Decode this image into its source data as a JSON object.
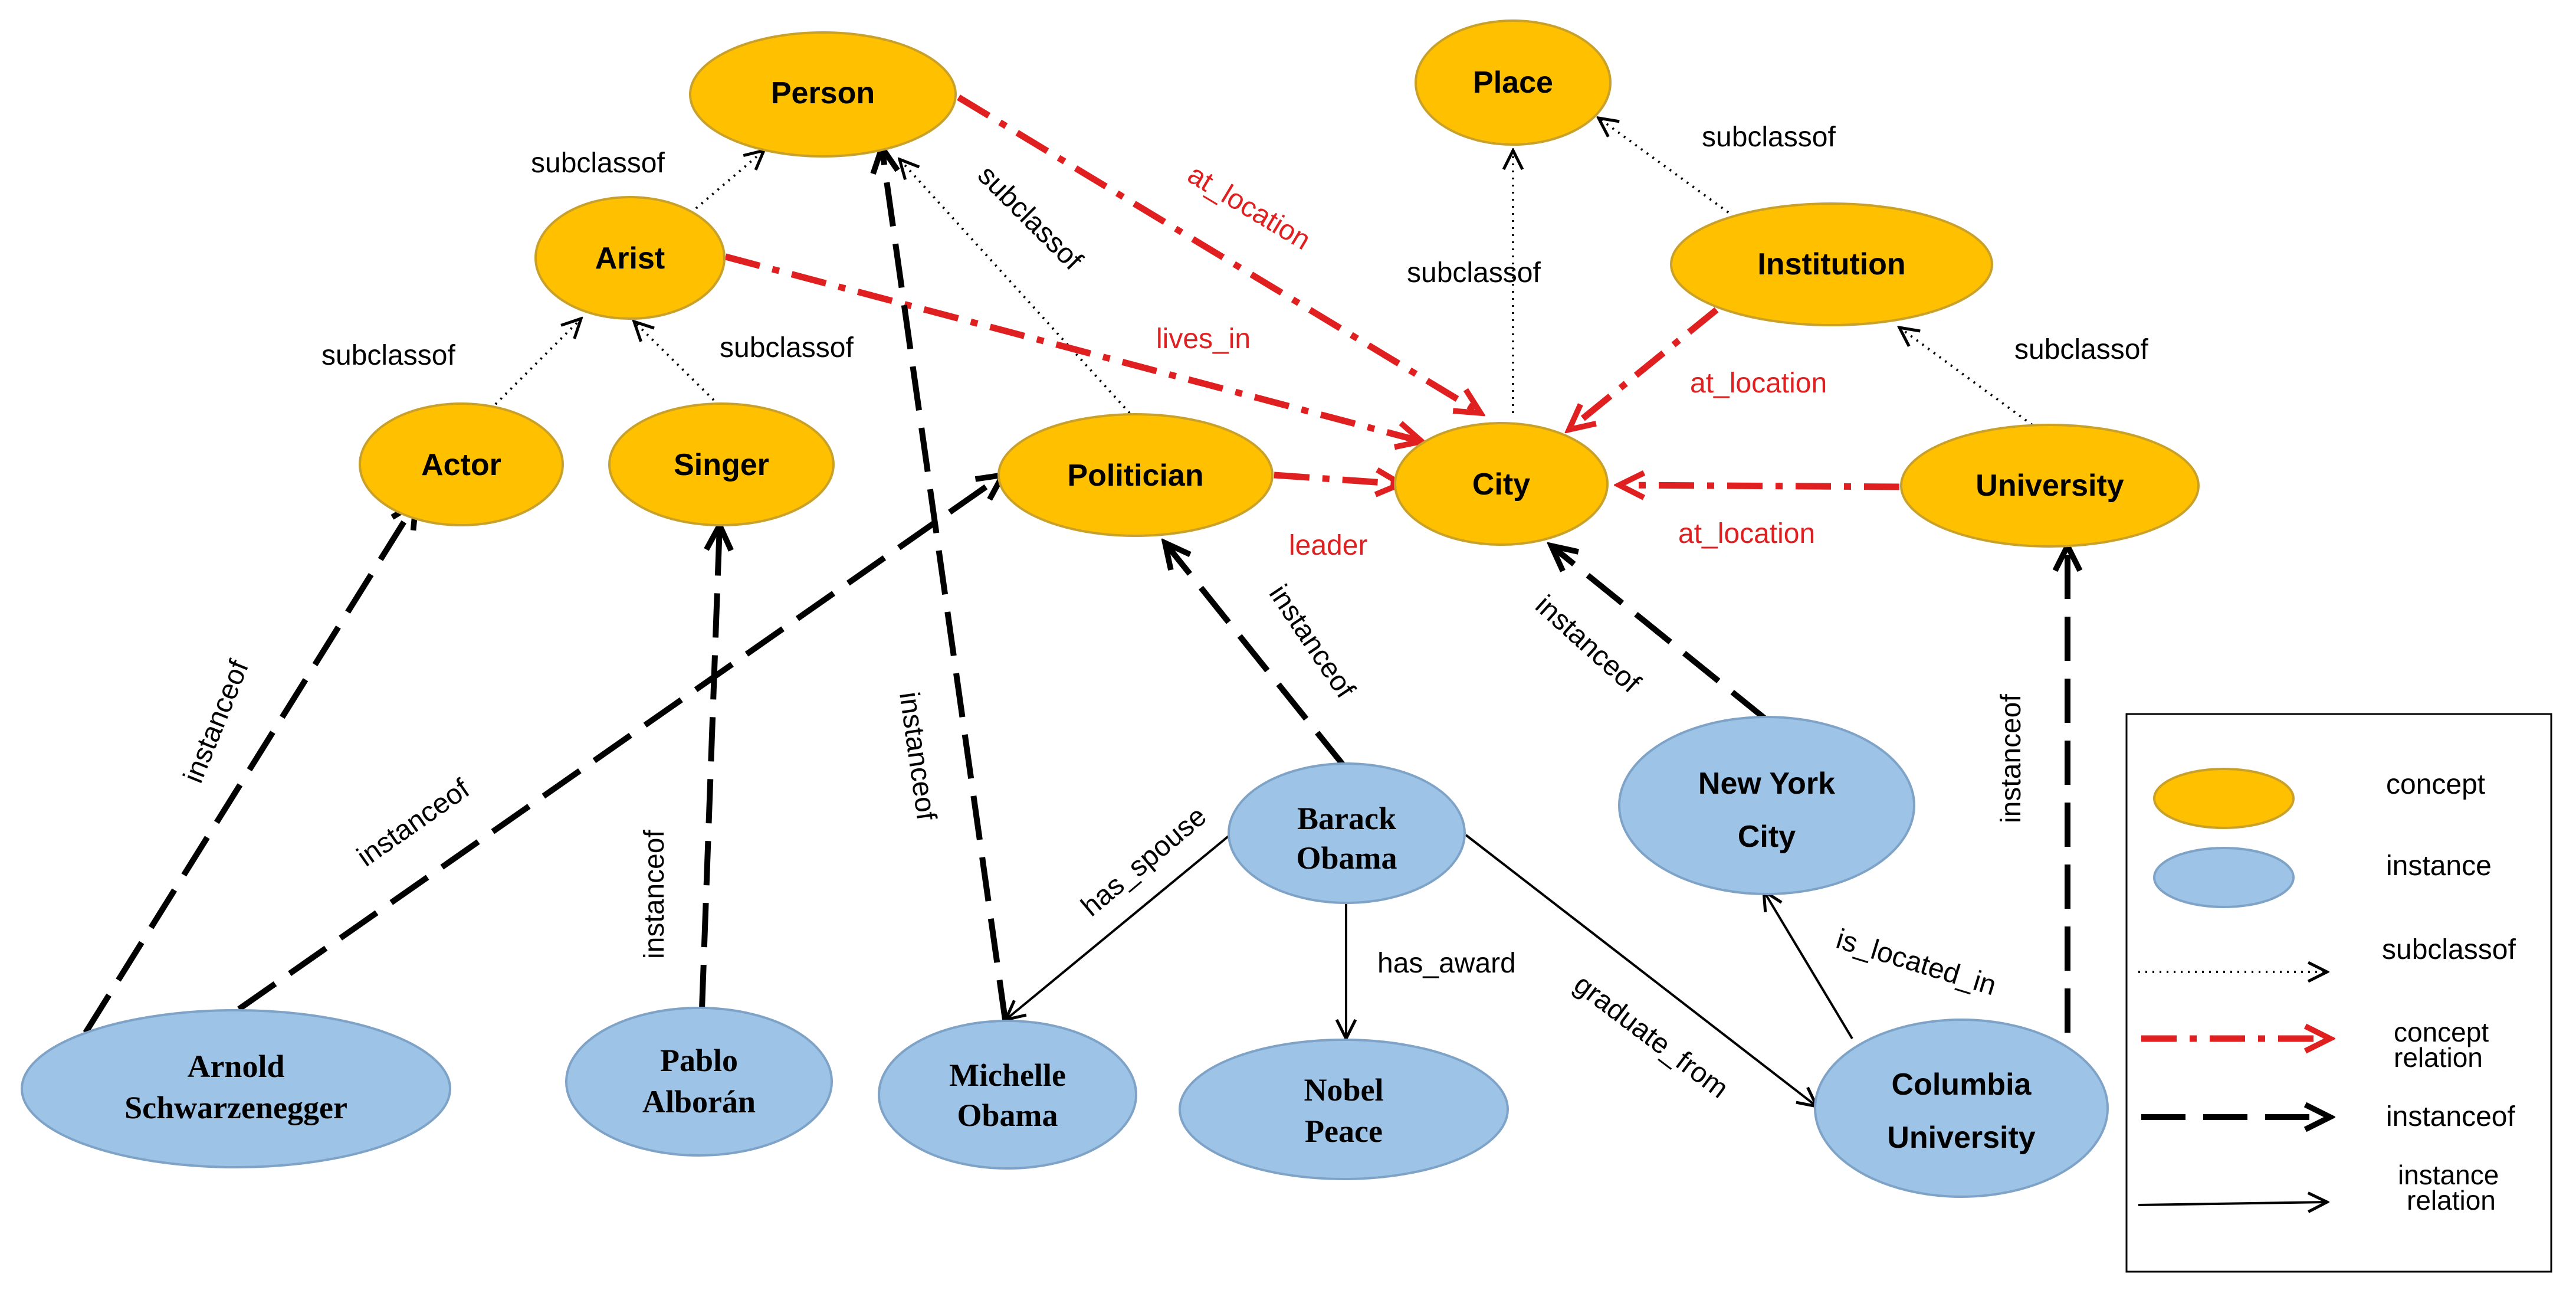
{
  "colors": {
    "concept_fill": "#FFC000",
    "concept_stroke": "#C9A12A",
    "instance_fill": "#9DC3E6",
    "instance_stroke": "#7FA3C7",
    "concept_relation": "#E02020",
    "instanceof": "#000000",
    "subclassof": "#000000",
    "instance_relation": "#000000"
  },
  "concepts": {
    "person": "Person",
    "place": "Place",
    "arist": "Arist",
    "institution": "Institution",
    "actor": "Actor",
    "singer": "Singer",
    "politician": "Politician",
    "city": "City",
    "university": "University"
  },
  "instances": {
    "arnold": [
      "Arnold",
      "Schwarzenegger"
    ],
    "pablo": [
      "Pablo",
      "Alborán"
    ],
    "michelle": [
      "Michelle",
      "Obama"
    ],
    "nobel": [
      "Nobel",
      "Peace"
    ],
    "barack": [
      "Barack",
      "Obama"
    ],
    "newyork": [
      "New York",
      "City"
    ],
    "columbia": [
      "Columbia",
      "University"
    ]
  },
  "edge_labels": {
    "subclassof": "subclassof",
    "instanceof": "instanceof",
    "at_location": "at_location",
    "lives_in": "lives_in",
    "leader": "leader",
    "has_spouse": "has_spouse",
    "has_award": "has_award",
    "graduate_from": "graduate_from",
    "is_located_in": "is_located_in"
  },
  "legend": {
    "concept": "concept",
    "instance": "instance",
    "subclassof": "subclassof",
    "concept_relation": [
      "concept",
      "relation"
    ],
    "instanceof": "instanceof",
    "instance_relation": [
      "instance",
      "relation"
    ]
  }
}
